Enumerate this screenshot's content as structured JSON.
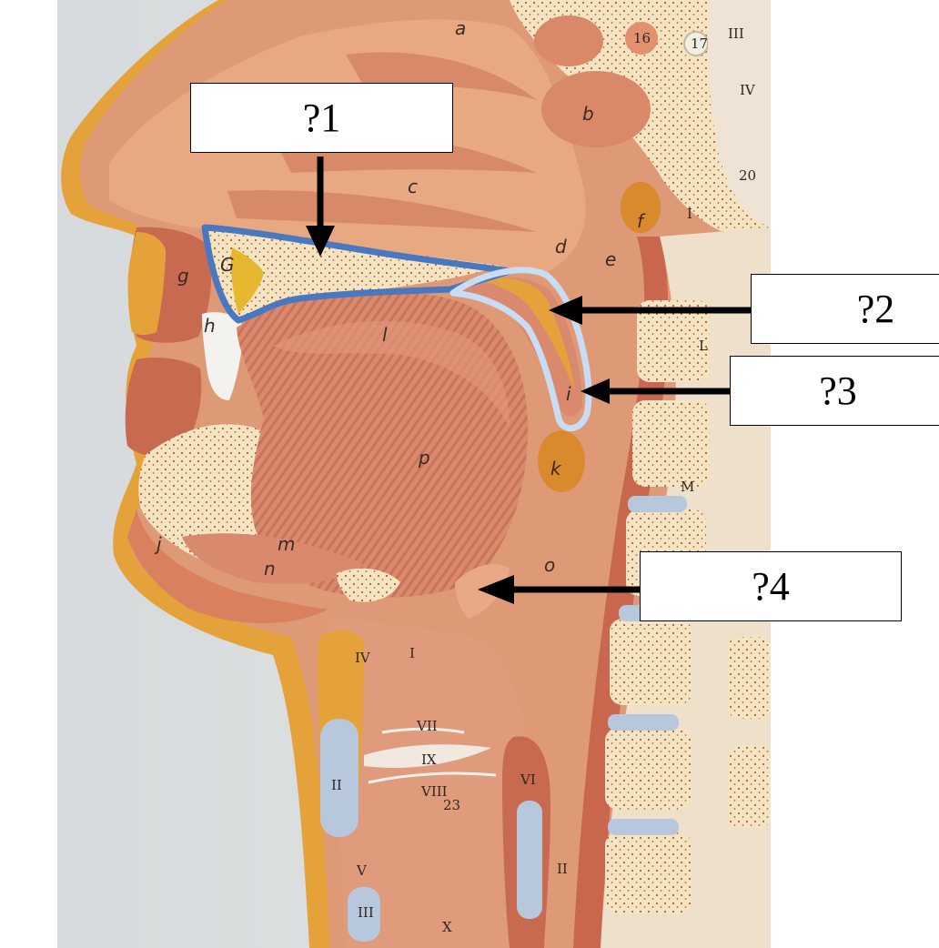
{
  "labels": [
    {
      "id": "1",
      "text": "?1"
    },
    {
      "id": "2",
      "text": "?2"
    },
    {
      "id": "3",
      "text": "?3"
    },
    {
      "id": "4",
      "text": "?4"
    }
  ],
  "model_letters": {
    "a": "a",
    "b": "b",
    "c": "c",
    "d": "d",
    "e": "e",
    "f": "f",
    "g": "g",
    "G": "G",
    "h": "h",
    "i": "i",
    "j": "j",
    "k": "k",
    "l": "l",
    "m": "m",
    "n": "n",
    "o": "o",
    "p": "p"
  },
  "model_numerals": {
    "n16": "16",
    "n17": "17",
    "n20": "20",
    "n23": "23",
    "III_top": "III",
    "IV_top": "IV",
    "I_spine": "I",
    "L_spine": "L",
    "M_spine": "M",
    "IV_neck": "IV",
    "I_neck": "I",
    "II_neck": "II",
    "V_neck": "V",
    "III_neck": "III",
    "VII": "VII",
    "IX": "IX",
    "VIII": "VIII",
    "VI": "VI",
    "X": "X",
    "II_b": "II"
  },
  "colors": {
    "outline_dark": "#4a78c0",
    "outline_light": "#c8dcf4",
    "arrow": "#000000"
  }
}
